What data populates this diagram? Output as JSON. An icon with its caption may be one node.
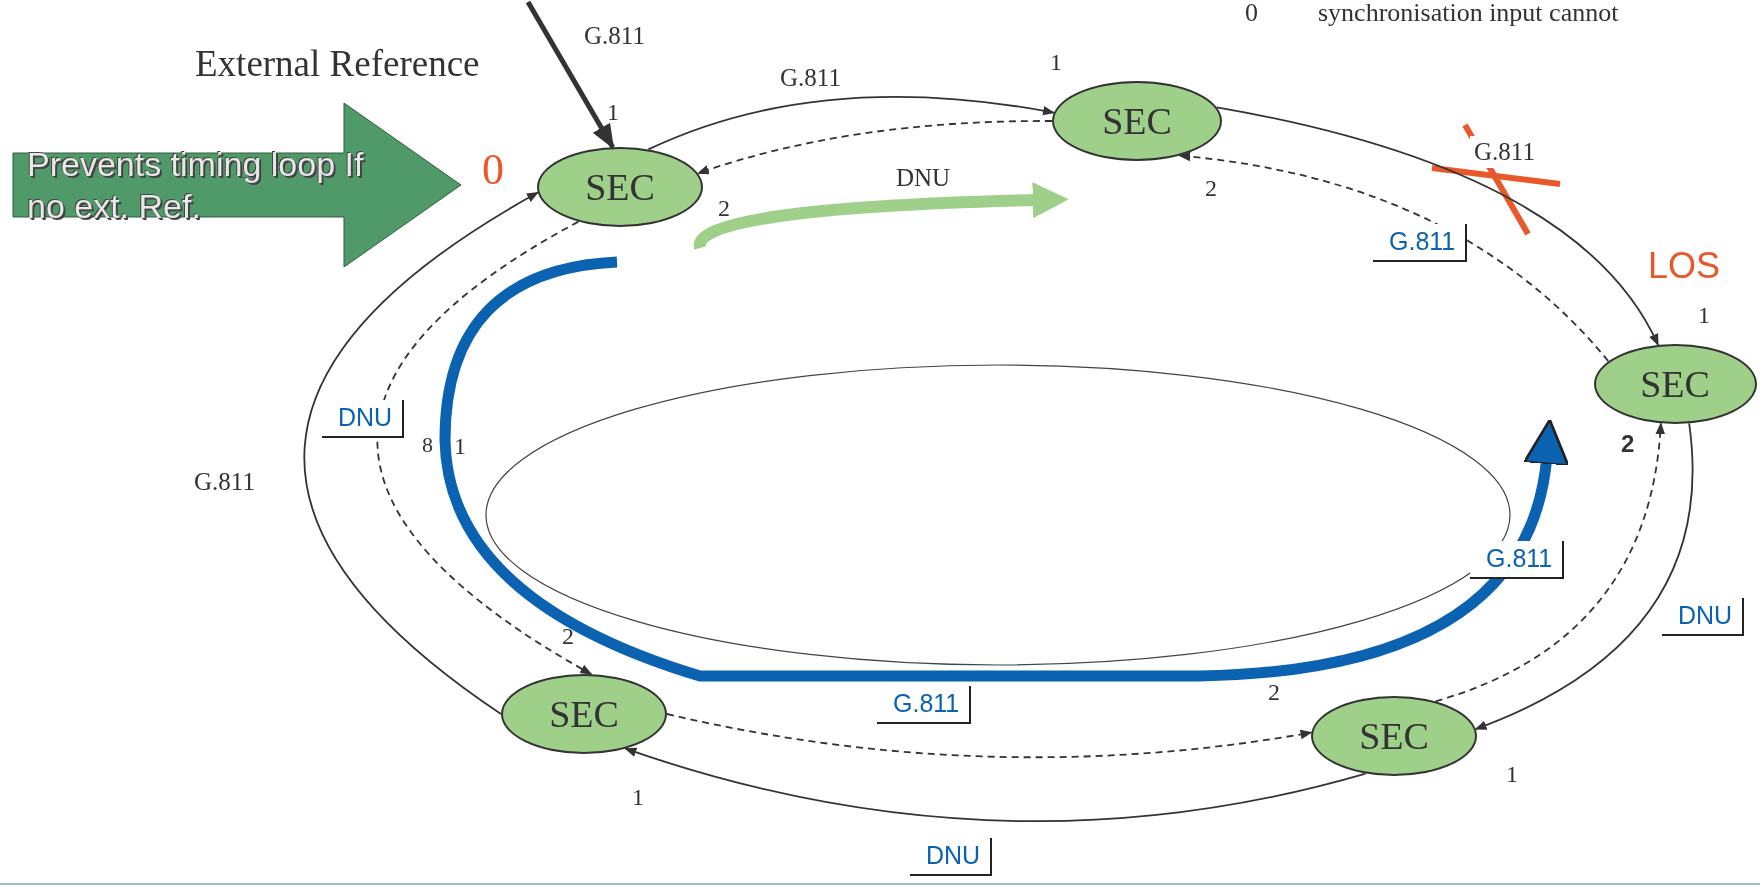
{
  "diagram": {
    "nodes": [
      {
        "text": [
          "Prevents timing loop If no ext. Ref."
        ]
      },
      {
        "text": [
          "SEC"
        ]
      },
      {
        "text": [
          "SEC"
        ]
      },
      {
        "text": [
          "SEC"
        ]
      },
      {
        "text": [
          "SEC"
        ]
      },
      {
        "text": [
          "SEC"
        ]
      }
    ],
    "edges": [
      {
        "from": null,
        "to": 1,
        "arrow": "to",
        "style": "thick",
        "label": "G.811"
      },
      {
        "from": 5,
        "to": 1,
        "arrow": "to",
        "label": "G.811"
      },
      {
        "from": 1,
        "to": 2,
        "arrow": "to",
        "label": "G.811"
      },
      {
        "from": 2,
        "to": 3,
        "arrow": "to",
        "label": "G.811"
      },
      {
        "from": 3,
        "to": 4,
        "arrow": "to",
        "label": "DNU"
      },
      {
        "from": 4,
        "to": 5,
        "arrow": "to",
        "label": "DNU"
      },
      {
        "from": 2,
        "to": 1,
        "arrow": "to",
        "style": "dashed",
        "label": "DNU"
      },
      {
        "from": 3,
        "to": 2,
        "arrow": "to",
        "style": "dashed",
        "label": "G.811"
      },
      {
        "from": 4,
        "to": 3,
        "arrow": "to",
        "style": "dashed",
        "label": "G.811"
      },
      {
        "from": 5,
        "to": 4,
        "arrow": "to",
        "style": "dashed",
        "label": "G.811"
      },
      {
        "from": 1,
        "to": 5,
        "arrow": "to",
        "style": "dashed",
        "label": "DNU"
      }
    ],
    "labels": [
      "0",
      "synchronisation input cannot",
      "External Reference",
      "1",
      "1",
      "0",
      "2",
      "2",
      "LOS",
      "1",
      "8",
      "1",
      "2",
      "2",
      "2",
      "1",
      "1"
    ]
  }
}
